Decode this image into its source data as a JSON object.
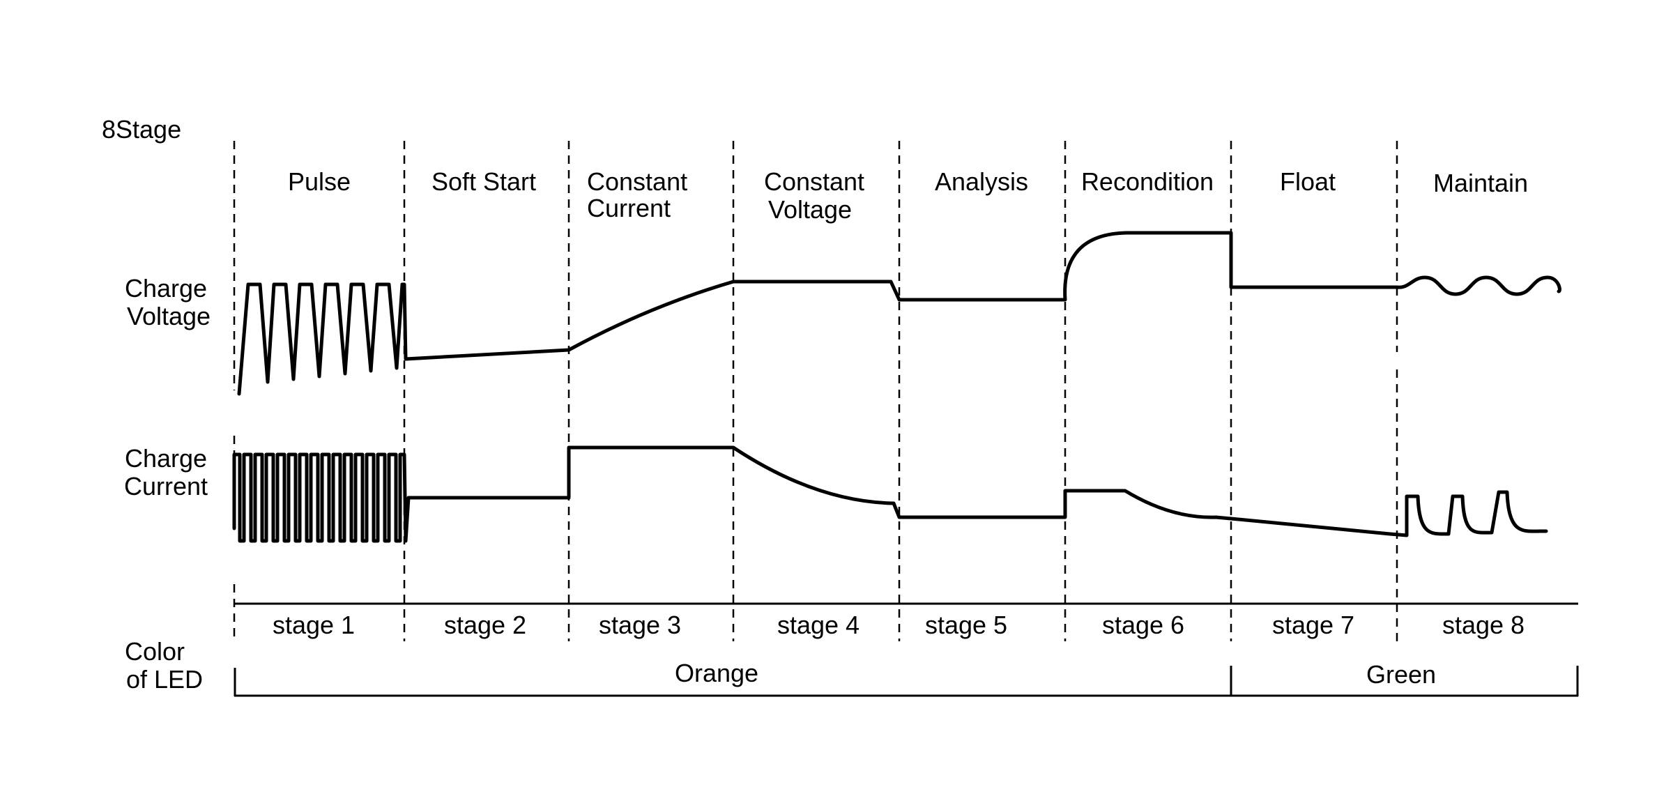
{
  "title": "8Stage",
  "row_labels": {
    "voltage_line1": "Charge",
    "voltage_line2": "Voltage",
    "current_line1": "Charge",
    "current_line2": "Current",
    "led_line1": "Color",
    "led_line2": "of LED"
  },
  "phases": [
    {
      "name_line1": "Pulse",
      "name_line2": "",
      "stage": "stage 1"
    },
    {
      "name_line1": "Soft Start",
      "name_line2": "",
      "stage": "stage 2"
    },
    {
      "name_line1": "Constant",
      "name_line2": "Current",
      "stage": "stage 3"
    },
    {
      "name_line1": "Constant",
      "name_line2": "Voltage",
      "stage": "stage 4"
    },
    {
      "name_line1": "Analysis",
      "name_line2": "",
      "stage": "stage 5"
    },
    {
      "name_line1": "Recondition",
      "name_line2": "",
      "stage": "stage 6"
    },
    {
      "name_line1": "Float",
      "name_line2": "",
      "stage": "stage 7"
    },
    {
      "name_line1": "Maintain",
      "name_line2": "",
      "stage": "stage 8"
    }
  ],
  "led_colors": {
    "orange_label": "Orange",
    "green_label": "Green"
  }
}
